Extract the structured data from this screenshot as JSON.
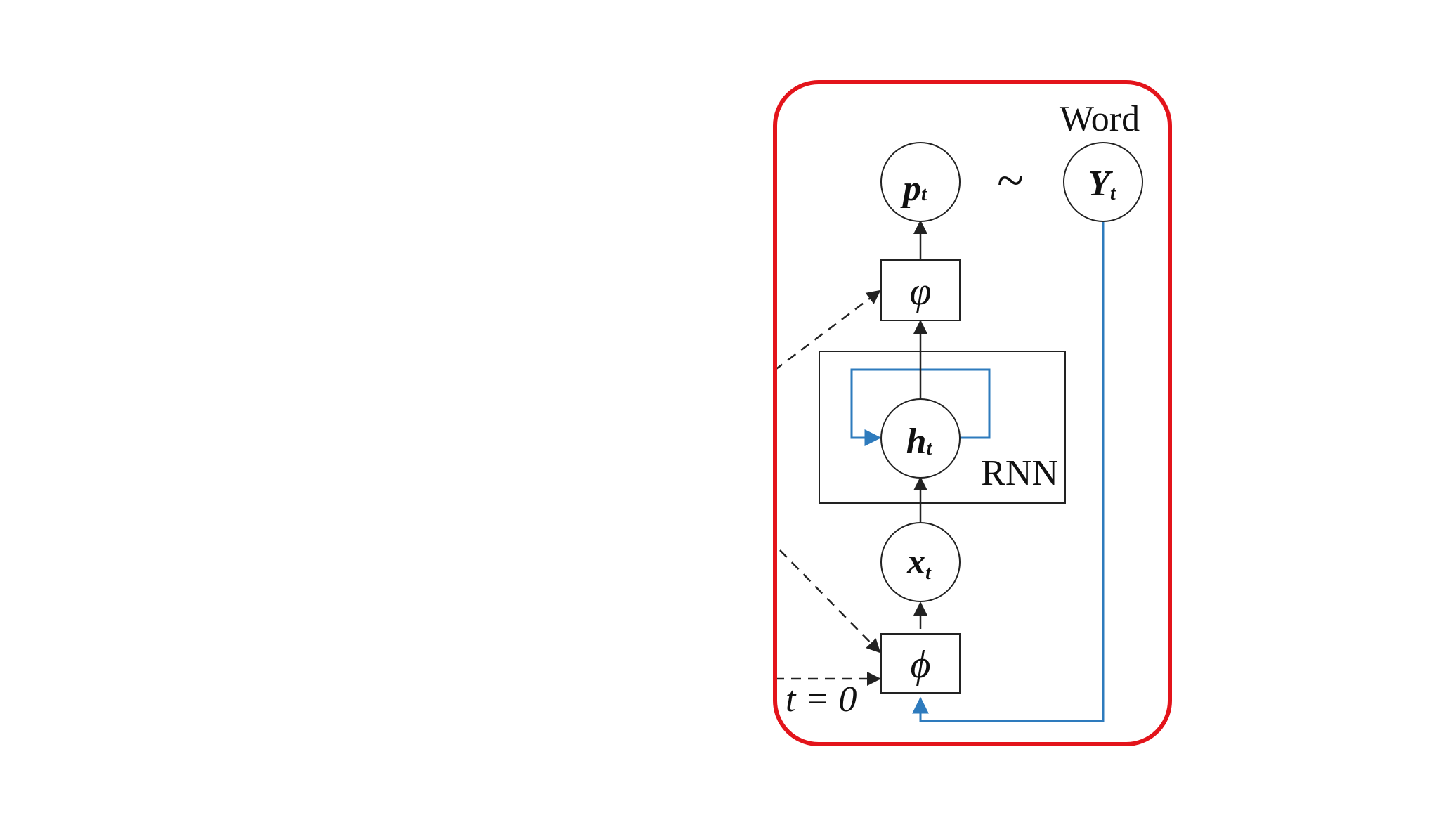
{
  "diagram": {
    "nodes": {
      "p": {
        "symbol": "p",
        "subscript": "t"
      },
      "y": {
        "symbol": "Y",
        "subscript": "t"
      },
      "h": {
        "symbol": "h",
        "subscript": "t"
      },
      "x": {
        "symbol": "x",
        "subscript": "t"
      }
    },
    "boxes": {
      "varphi": "φ",
      "phi": "ϕ"
    },
    "labels": {
      "word": "Word",
      "tilde": "~",
      "rnn": "RNN",
      "t0": "t = 0"
    }
  },
  "colors": {
    "highlight_border": "#e3141b",
    "line": "#222222",
    "feedback": "#2e7bbd",
    "background": "#ffffff"
  }
}
